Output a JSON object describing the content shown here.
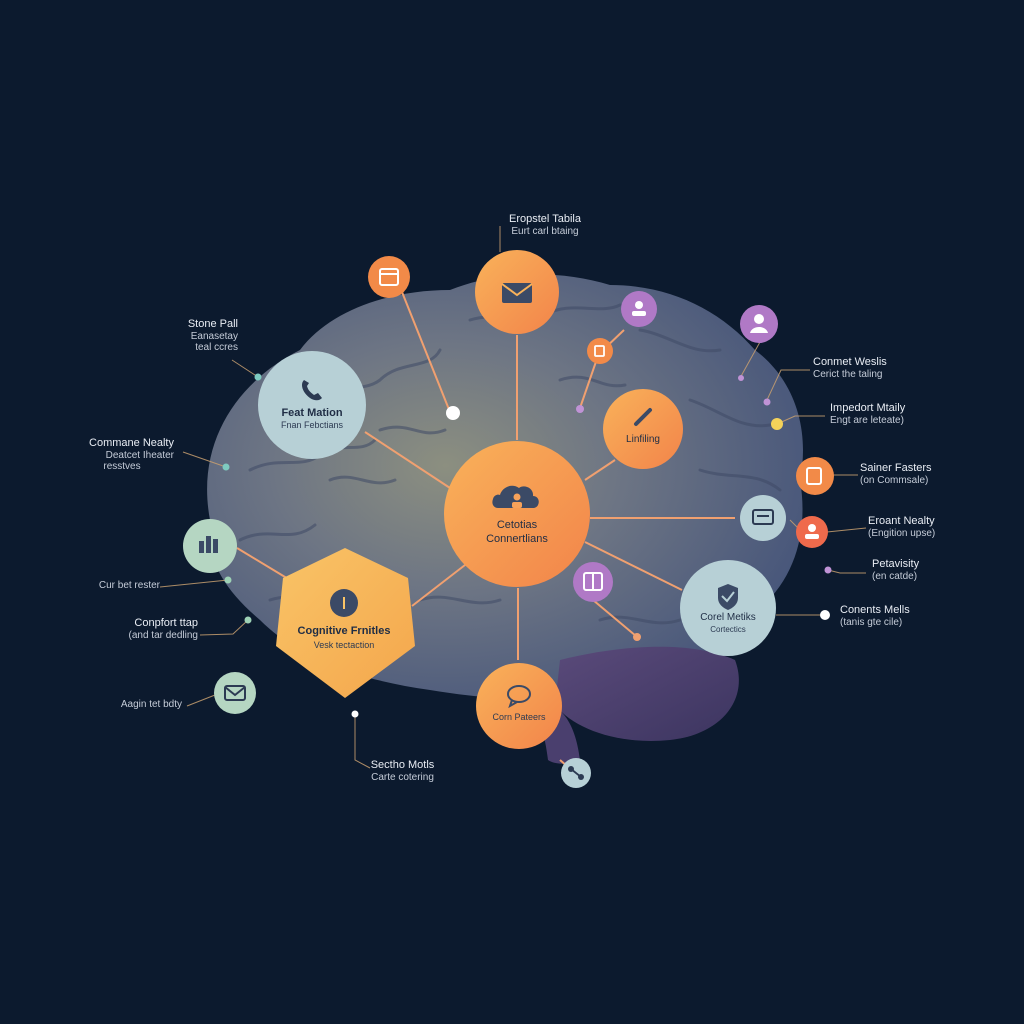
{
  "colors": {
    "background": "#0c1a2e",
    "brain": "#4f5f85",
    "orange": "#f59a4a",
    "yellow_orange": "#f7b354",
    "teal_grey": "#b7d0d6",
    "mint": "#b5d6c2",
    "purple": "#b38ac6",
    "line": "#f0a070"
  },
  "center_node": {
    "title": "Cetotias",
    "subtitle": "Connertlians",
    "icon": "cloud-user-icon"
  },
  "nodes": {
    "top": {
      "icon": "envelope-icon"
    },
    "feat_mation": {
      "title": "Feat Mation",
      "subtitle": "Fnan Febctians",
      "icon": "phone-icon"
    },
    "linfiling": {
      "title": "Linfiling",
      "icon": "pencil-icon"
    },
    "cognitive": {
      "title": "Cognitive Frnitles",
      "subtitle": "Vesk tectaction",
      "icon": "info-icon"
    },
    "corel_metiks": {
      "title": "Corel Metiks",
      "subtitle": "Cortectics",
      "icon": "shield-check-icon"
    },
    "corn_pateers": {
      "title": "Corn Pateers",
      "icon": "chat-bubble-icon"
    }
  },
  "labels": {
    "top": {
      "title": "Eropstel Tabila",
      "sub": "Eurt carl btaing"
    },
    "stone_pall": {
      "title": "Stone Pall",
      "line2": "Eanasetay",
      "sub": "teal ccres"
    },
    "commane": {
      "title": "Commane Nealty",
      "line2": "Deatcet Iheater",
      "sub": "resstves"
    },
    "cur_bet": {
      "title": "Cur bet rester"
    },
    "conpfort": {
      "title": "Conpfort ttap",
      "sub": "(and tar dedling"
    },
    "aagin": {
      "title": "Aagin tet bdty"
    },
    "sectho": {
      "title": "Sectho Motls",
      "sub": "Carte cotering"
    },
    "conmet": {
      "title": "Conmet Weslis",
      "sub": "Cerict the taling"
    },
    "impedort": {
      "title": "Impedort Mtaily",
      "sub": "Engt are leteate)"
    },
    "sainer": {
      "title": "Sainer Fasters",
      "sub": "(on Commsale)"
    },
    "eroant": {
      "title": "Eroant Nealty",
      "sub": "(Engition upse)"
    },
    "petavisty": {
      "title": "Petavisity",
      "sub": "(en catde)"
    },
    "conents": {
      "title": "Conents Mells",
      "sub": "(tanis gte cile)"
    }
  }
}
